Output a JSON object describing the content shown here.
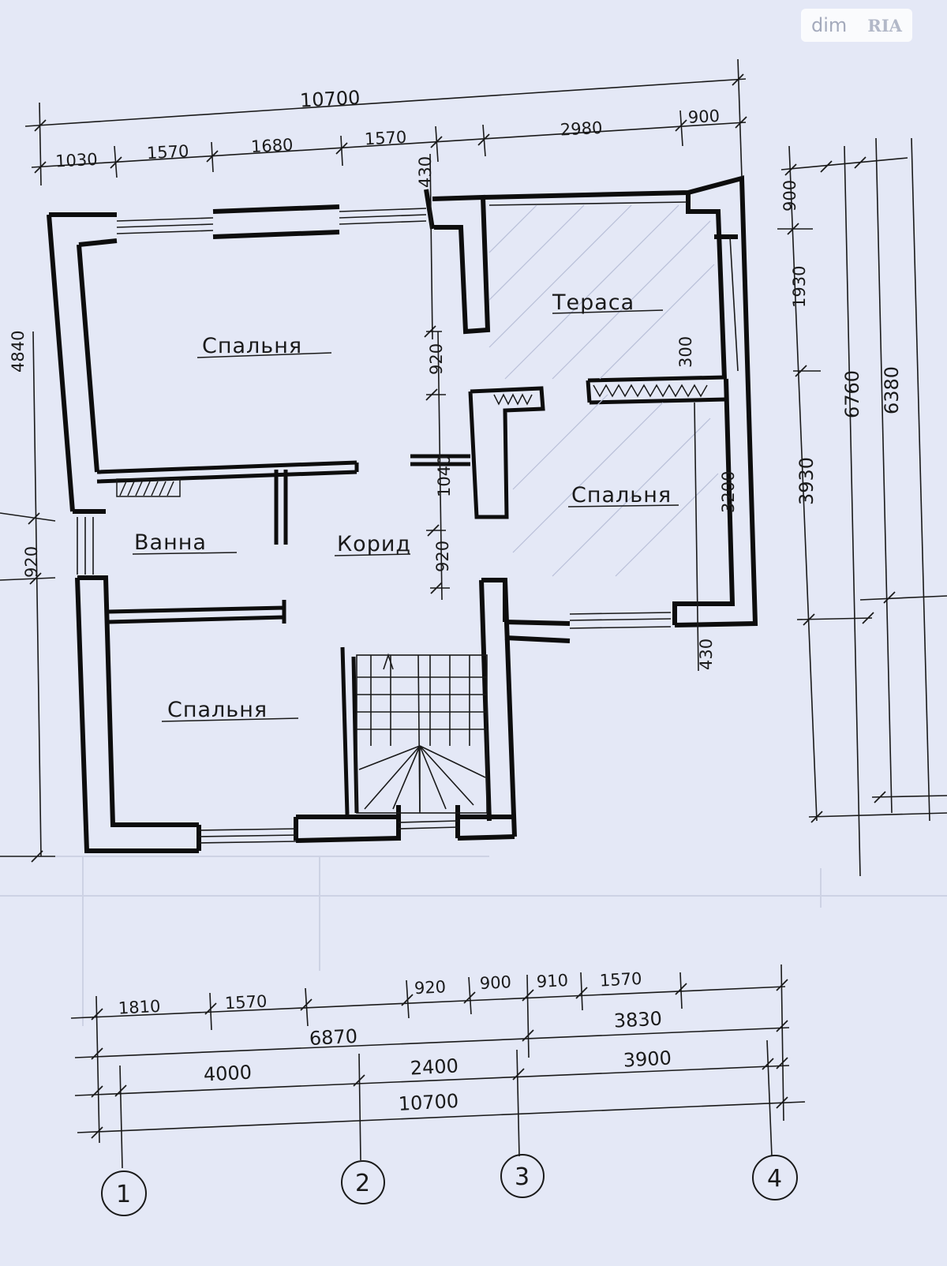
{
  "watermark": {
    "left": "dim",
    "right": "RIA"
  },
  "rooms": {
    "bedroom_1": "Спальня",
    "bedroom_2": "Спальня",
    "bedroom_3": "Спальня",
    "terrace": "Тераса",
    "bath": "Ванна",
    "corridor": "Корид"
  },
  "dims_top": {
    "overall": "10700",
    "d1030": "1030",
    "d1570a": "1570",
    "d1680": "1680",
    "d1570b": "1570",
    "d2980": "2980",
    "d900": "900",
    "d430": "430"
  },
  "dims_inner": {
    "d920a": "920",
    "d1040": "1040",
    "d920b": "920",
    "d300": "300",
    "d3200": "3200",
    "d430b": "430"
  },
  "dims_right": {
    "d900": "900",
    "d1930": "1930",
    "d3930": "3930",
    "d6760": "6760",
    "d6380": "6380"
  },
  "dims_left": {
    "d920": "920",
    "partial": "4840"
  },
  "dims_bottom": {
    "d1810": "1810",
    "d1570a": "1570",
    "d920": "920",
    "d900": "900",
    "d910": "910",
    "d1570b": "1570",
    "d6870": "6870",
    "d3830": "3830",
    "d4000": "4000",
    "d2400": "2400",
    "d3900": "3900",
    "overall": "10700"
  },
  "axes": [
    "1",
    "2",
    "3",
    "4"
  ]
}
